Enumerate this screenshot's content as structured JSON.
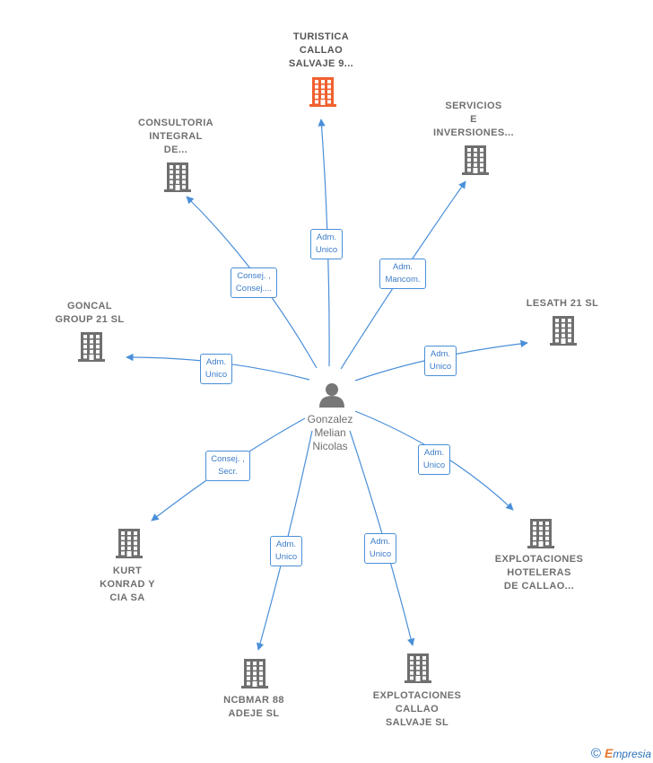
{
  "colors": {
    "edge": "#4a8fd8",
    "building": "#6f6f6f",
    "highlight": "#f0602f",
    "person": "#777777"
  },
  "center": {
    "icon": "person-icon",
    "lines": [
      "Gonzalez",
      "Melian",
      "Nicolas"
    ]
  },
  "nodes": [
    {
      "id": "turistica",
      "lines": [
        "TURISTICA",
        "CALLAO",
        "SALVAJE 9..."
      ],
      "highlight": true,
      "icon": "building-icon"
    },
    {
      "id": "servicios",
      "lines": [
        "SERVICIOS",
        "E",
        "INVERSIONES..."
      ],
      "icon": "building-icon"
    },
    {
      "id": "consultoria",
      "lines": [
        "CONSULTORIA",
        "INTEGRAL",
        "DE..."
      ],
      "icon": "building-icon"
    },
    {
      "id": "goncal",
      "lines": [
        "GONCAL",
        "GROUP 21  SL"
      ],
      "icon": "building-icon"
    },
    {
      "id": "lesath",
      "lines": [
        "LESATH 21  SL"
      ],
      "icon": "building-icon"
    },
    {
      "id": "kurt",
      "lines": [
        "KURT",
        "KONRAD Y",
        "CIA SA"
      ],
      "icon": "building-icon"
    },
    {
      "id": "explotaciones-hoteleras",
      "lines": [
        "EXPLOTACIONES",
        "HOTELERAS",
        "DE CALLAO..."
      ],
      "icon": "building-icon"
    },
    {
      "id": "ncbmar",
      "lines": [
        "NCBMAR 88",
        "ADEJE SL"
      ],
      "icon": "building-icon"
    },
    {
      "id": "explotaciones-callao",
      "lines": [
        "EXPLOTACIONES",
        "CALLAO",
        "SALVAJE  SL"
      ],
      "icon": "building-icon"
    }
  ],
  "edges": [
    {
      "to": "turistica",
      "lines": [
        "Adm.",
        "Unico"
      ]
    },
    {
      "to": "servicios",
      "lines": [
        "Adm.",
        "Mancom."
      ]
    },
    {
      "to": "consultoria",
      "lines": [
        "Consej. ,",
        "Consej...."
      ]
    },
    {
      "to": "goncal",
      "lines": [
        "Adm.",
        "Unico"
      ]
    },
    {
      "to": "lesath",
      "lines": [
        "Adm.",
        "Unico"
      ]
    },
    {
      "to": "kurt",
      "lines": [
        "Consej. ,",
        "Secr."
      ]
    },
    {
      "to": "explotaciones-hoteleras",
      "lines": [
        "Adm.",
        "Unico"
      ]
    },
    {
      "to": "ncbmar",
      "lines": [
        "Adm.",
        "Unico"
      ]
    },
    {
      "to": "explotaciones-callao",
      "lines": [
        "Adm.",
        "Unico"
      ]
    }
  ],
  "footer": {
    "copyright": "©",
    "brand_initial": "E",
    "brand_rest": "mpresia"
  }
}
